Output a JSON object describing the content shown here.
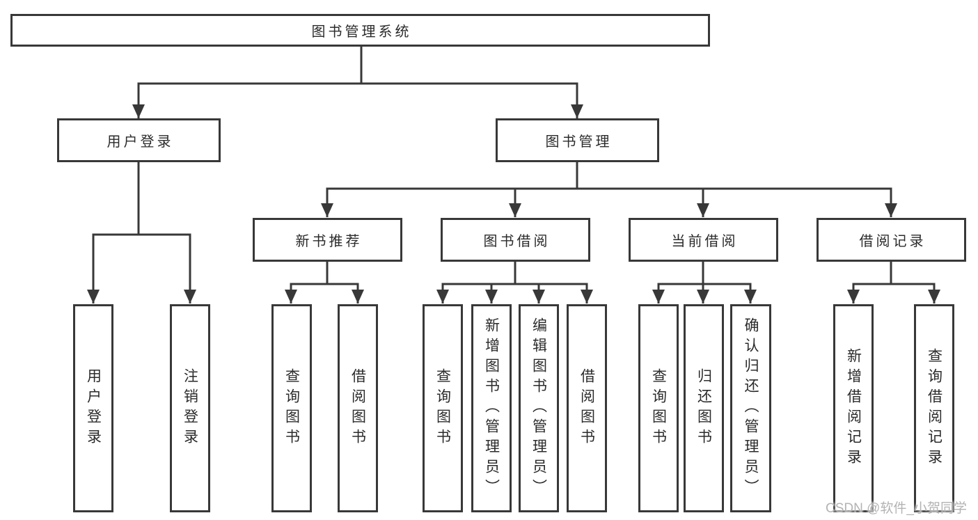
{
  "diagram": {
    "title": "图书管理系统",
    "level1": [
      "用户登录",
      "图书管理"
    ],
    "level2": [
      "新书推荐",
      "图书借阅",
      "当前借阅",
      "借阅记录"
    ],
    "leaves": {
      "user_login": [
        "用户登录",
        "注销登录"
      ],
      "new_book_recommendation": [
        "查询图书",
        "借阅图书"
      ],
      "book_borrowing": [
        "查询图书",
        "新增图书（管理员）",
        "编辑图书（管理员）",
        "借阅图书"
      ],
      "current_borrowing": [
        "查询图书",
        "归还图书",
        "确认归还（管理员）"
      ],
      "borrowing_records": [
        "新增借阅记录",
        "查询借阅记录"
      ]
    },
    "colors": {
      "line": "#383838",
      "text": "#2b2b2b",
      "watermark": "#b3b3b3",
      "background": "#ffffff"
    }
  },
  "watermark": {
    "text": "CSDN @软件_小贺同学"
  }
}
